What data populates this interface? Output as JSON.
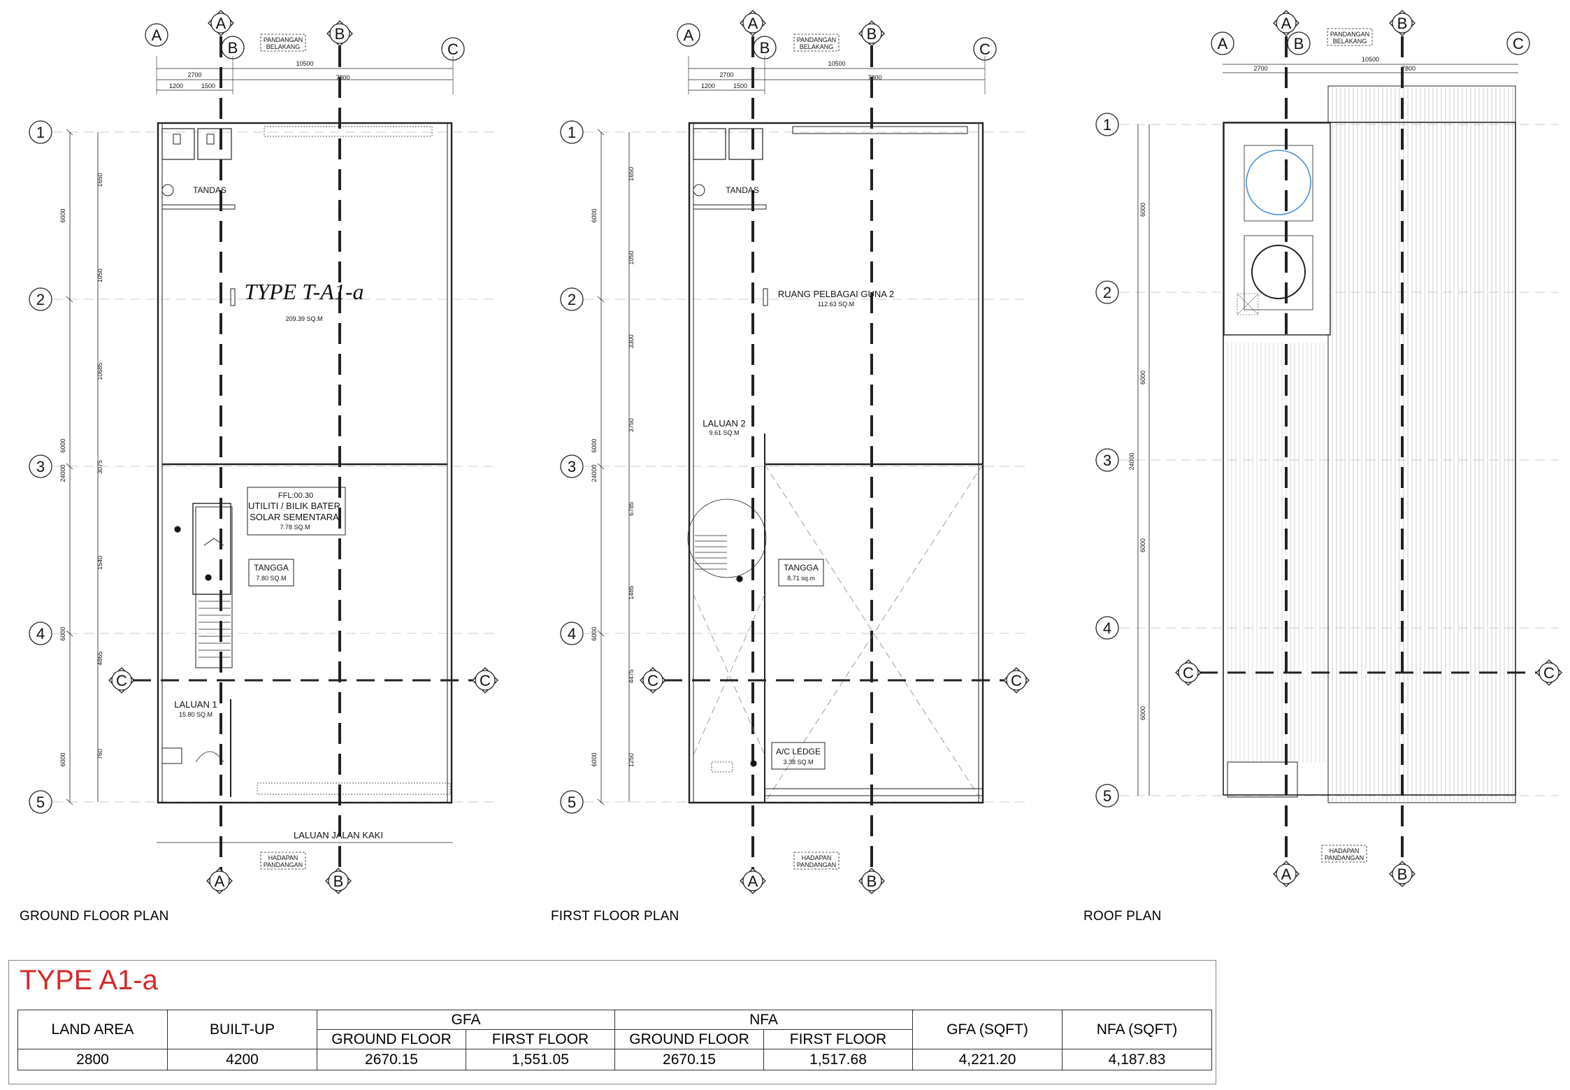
{
  "grid_labels": {
    "cols": [
      "A",
      "B",
      "C"
    ],
    "rows": [
      "1",
      "2",
      "3",
      "4",
      "5"
    ]
  },
  "view_labels": {
    "rear": [
      "PANDANGAN",
      "BELAKANG"
    ],
    "front": [
      "HADAPAN",
      "PANDANGAN"
    ]
  },
  "dimensions": {
    "overall_width": "10500",
    "ab": "2700",
    "bc": "7800",
    "sub1": "1200",
    "sub2": "1500",
    "overall_depth": "24000",
    "bay": "6000",
    "ground_left": [
      "1650",
      "1050",
      "10685",
      "3075",
      "1540",
      "4865",
      "760"
    ],
    "first_left": [
      "1650",
      "1050",
      "3300",
      "3750",
      "6785",
      "1485",
      "4475",
      "1250"
    ]
  },
  "ground_floor": {
    "plan_title": "GROUND FLOOR PLAN",
    "type_label": "TYPE T-A1-a",
    "type_area": "209.39 SQ.M",
    "tandas": "TANDAS",
    "ffl": "FFL:00.30",
    "utiliti_line1": "UTILITI / BILIK BATER",
    "utiliti_line2": "SOLAR SEMENTARA",
    "utiliti_area": "7.78 SQ.M",
    "tangga": "TANGGA",
    "tangga_area": "7.80 SQ.M",
    "laluan": "LALUAN 1",
    "laluan_area": "15.80 SQ.M",
    "walkway": "LALUAN JALAN KAKI"
  },
  "first_floor": {
    "plan_title": "FIRST FLOOR PLAN",
    "tandas": "TANDAS",
    "ruang": "RUANG PELBAGAI GUNA 2",
    "ruang_area": "112.63 SQ.M",
    "laluan": "LALUAN 2",
    "laluan_area": "9.61 SQ.M",
    "tangga": "TANGGA",
    "tangga_area": "8.71 sq.m",
    "ac": "A/C LEDGE",
    "ac_area": "3.38 SQ.M"
  },
  "roof": {
    "plan_title": "ROOF PLAN"
  },
  "schedule": {
    "title": "TYPE A1-a",
    "land_area_label": "LAND AREA",
    "built_up_label": "BUILT-UP",
    "gfa_label": "GFA",
    "nfa_label": "NFA",
    "ground_floor_label": "GROUND FLOOR",
    "first_floor_label": "FIRST FLOOR",
    "gfa_sqft_label": "GFA (SQFT)",
    "nfa_sqft_label": "NFA (SQFT)",
    "land_area": "2800",
    "built_up": "4200",
    "gfa_ground": "2670.15",
    "gfa_first": "1,551.05",
    "nfa_ground": "2670.15",
    "nfa_first": "1,517.68",
    "gfa_sqft": "4,221.20",
    "nfa_sqft": "4,187.83"
  },
  "colors": {
    "schedule_title": "#d32a2a",
    "tank_highlight": "#4a90d9"
  }
}
